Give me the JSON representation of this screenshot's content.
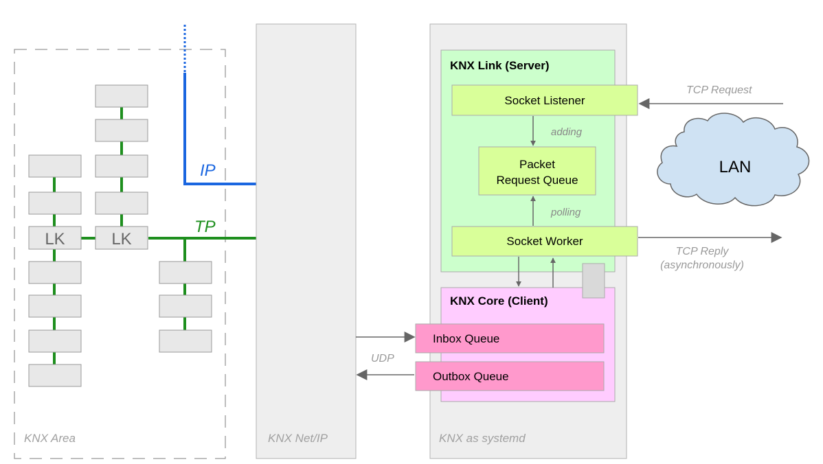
{
  "areas": {
    "knx_area": "KNX Area",
    "knx_netip": "KNX Net/IP",
    "knx_systemd": "KNX as systemd"
  },
  "lines": {
    "ip": "IP",
    "tp": "TP"
  },
  "couplers": {
    "lk1": "LK",
    "lk2": "LK"
  },
  "knx_link": {
    "title": "KNX Link (Server)",
    "socket_listener": "Socket Listener",
    "packet_queue_line1": "Packet",
    "packet_queue_line2": "Request Queue",
    "socket_worker": "Socket Worker",
    "adding": "adding",
    "polling": "polling"
  },
  "knx_core": {
    "title": "KNX Core (Client)",
    "inbox_queue": "Inbox Queue",
    "outbox_queue": "Outbox Queue"
  },
  "network": {
    "udp": "UDP",
    "tcp_request": "TCP Request",
    "tcp_reply_line1": "TCP Reply",
    "tcp_reply_line2": "(asynchronously)",
    "lan": "LAN"
  },
  "colors": {
    "ip_line": "#1a66e0",
    "tp_line": "#1e8f1e",
    "link_panel": "#ccffcc",
    "link_box": "#d9ff99",
    "core_panel": "#ffccff",
    "queue_box": "#ff99cc",
    "lan_cloud": "#cfe2f3",
    "device_box": "#e8e8e8",
    "area_fill": "#eeeeee"
  }
}
